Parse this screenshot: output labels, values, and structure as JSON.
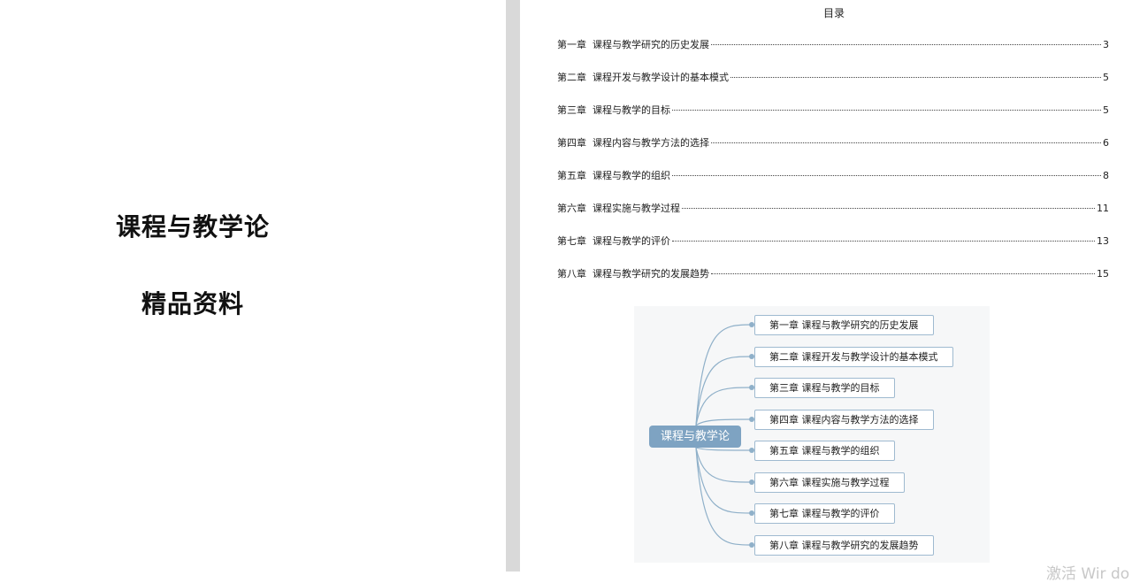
{
  "cover": {
    "title": "课程与教学论",
    "subtitle": "精品资料"
  },
  "toc": {
    "heading": "目录",
    "entries": [
      {
        "chapter": "第一章",
        "title": "课程与教学研究的历史发展",
        "page": "3"
      },
      {
        "chapter": "第二章",
        "title": "课程开发与教学设计的基本模式",
        "page": "5"
      },
      {
        "chapter": "第三章",
        "title": "课程与教学的目标",
        "page": "5"
      },
      {
        "chapter": "第四章",
        "title": "课程内容与教学方法的选择",
        "page": "6"
      },
      {
        "chapter": "第五章",
        "title": "课程与教学的组织",
        "page": "8"
      },
      {
        "chapter": "第六章",
        "title": "课程实施与教学过程",
        "page": "11"
      },
      {
        "chapter": "第七章",
        "title": "课程与教学的评价",
        "page": "13"
      },
      {
        "chapter": "第八章",
        "title": "课程与教学研究的发展趋势",
        "page": "15"
      }
    ]
  },
  "mindmap": {
    "root": "课程与教学论",
    "nodes": [
      "第一章 课程与教学研究的历史发展",
      "第二章 课程开发与教学设计的基本模式",
      "第三章 课程与教学的目标",
      "第四章 课程内容与教学方法的选择",
      "第五章 课程与教学的组织",
      "第六章 课程实施与教学过程",
      "第七章 课程与教学的评价",
      "第八章 课程与教学研究的发展趋势"
    ],
    "colors": {
      "root_bg": "#7ea3c2",
      "line": "#8fb0c9",
      "node_border": "#9fbad0"
    }
  },
  "watermark": "激活 Wir do"
}
